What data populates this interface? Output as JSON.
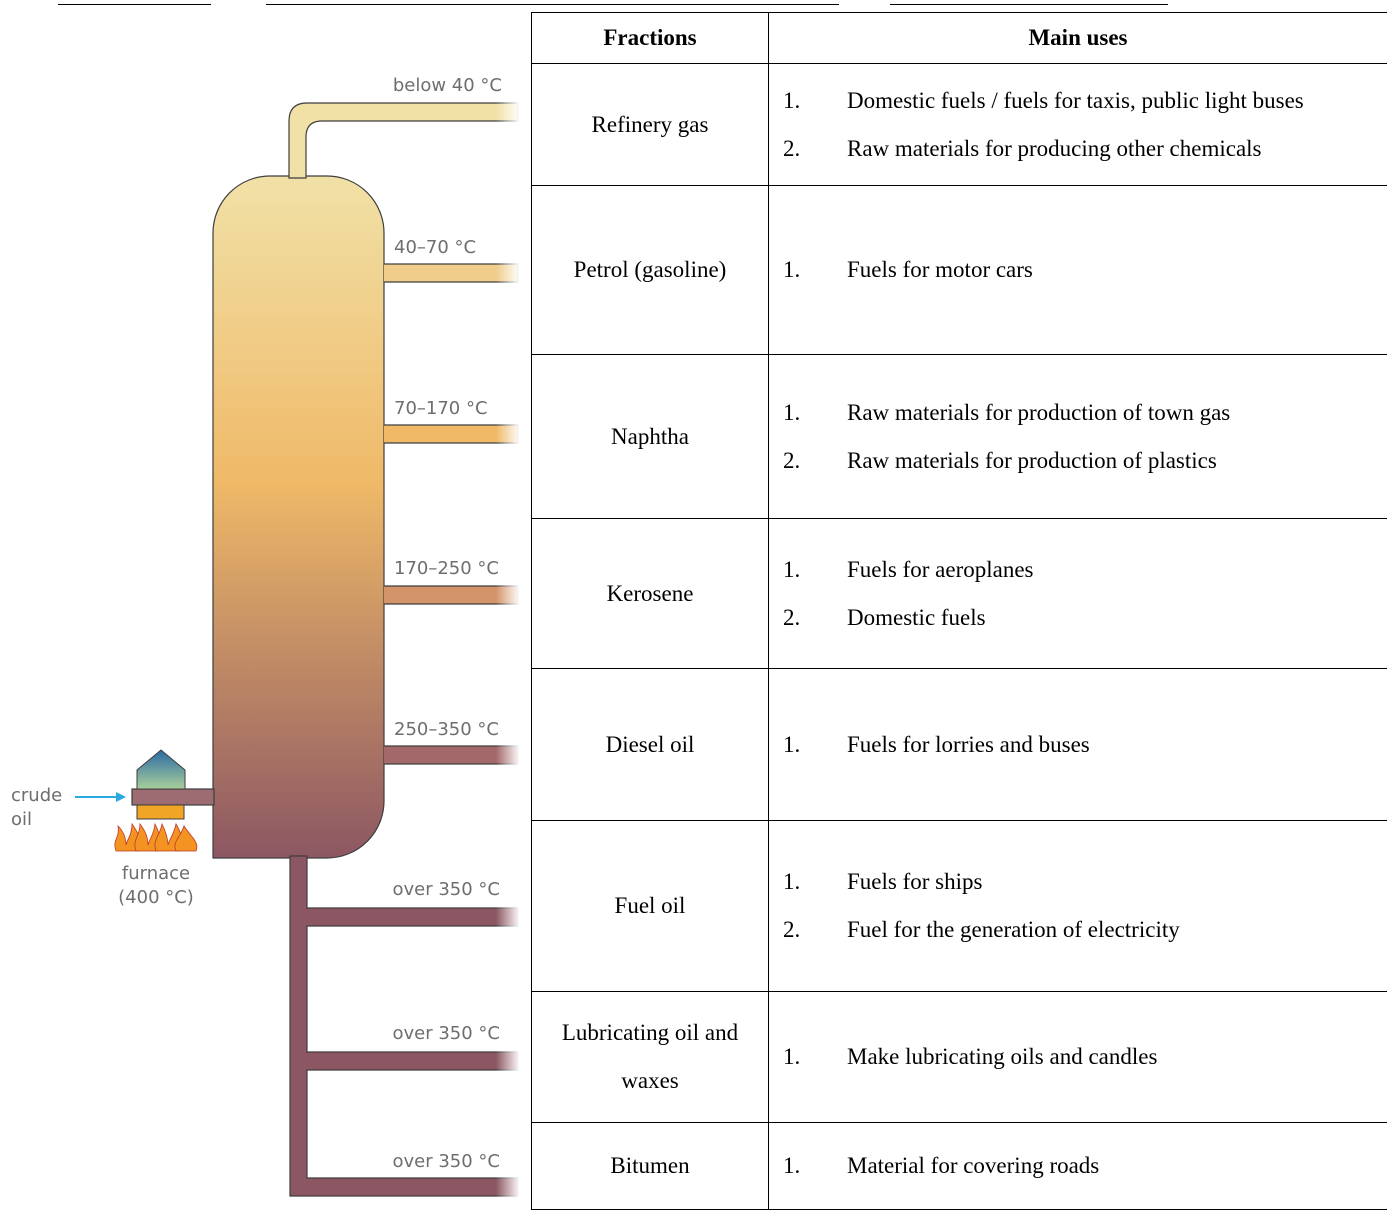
{
  "diagram": {
    "input_label_line1": "crude",
    "input_label_line2": "oil",
    "furnace_label_line1": "furnace",
    "furnace_label_line2": "(400 °C)",
    "temperatures": [
      "below 40 °C",
      "40–70 °C",
      "70–170 °C",
      "170–250 °C",
      "250–350 °C",
      "over 350 °C",
      "over 350 °C",
      "over 350 °C"
    ]
  },
  "table": {
    "headers": [
      "Fractions",
      "Main uses"
    ],
    "rows": [
      {
        "fraction": "Refinery gas",
        "uses": [
          {
            "num": "1.",
            "text": "Domestic fuels / fuels for taxis, public light buses"
          },
          {
            "num": "2.",
            "text": "Raw materials for producing other chemicals"
          }
        ]
      },
      {
        "fraction": "Petrol (gasoline)",
        "uses": [
          {
            "num": "1.",
            "text": "Fuels for motor cars"
          }
        ]
      },
      {
        "fraction": "Naphtha",
        "uses": [
          {
            "num": "1.",
            "text": "Raw materials for production of town gas"
          },
          {
            "num": "2.",
            "text": "Raw materials for production of plastics"
          }
        ]
      },
      {
        "fraction": "Kerosene",
        "uses": [
          {
            "num": "1.",
            "text": "Fuels for aeroplanes"
          },
          {
            "num": "2.",
            "text": "Domestic fuels"
          }
        ]
      },
      {
        "fraction": "Diesel oil",
        "uses": [
          {
            "num": "1.",
            "text": "Fuels for lorries and buses"
          }
        ]
      },
      {
        "fraction": "Fuel oil",
        "uses": [
          {
            "num": "1.",
            "text": "Fuels for ships"
          },
          {
            "num": "2.",
            "text": "Fuel for the generation of electricity"
          }
        ]
      },
      {
        "fraction": "Lubricating oil and waxes",
        "uses": [
          {
            "num": "1.",
            "text": "Make lubricating oils and candles"
          }
        ]
      },
      {
        "fraction": "Bitumen",
        "uses": [
          {
            "num": "1.",
            "text": "Material for covering roads"
          }
        ]
      }
    ]
  },
  "colors": {
    "column_top": "#f1e1a7",
    "column_mid": "#efb968",
    "column_bottom": "#8c5762",
    "arrow": "#29abe2"
  }
}
